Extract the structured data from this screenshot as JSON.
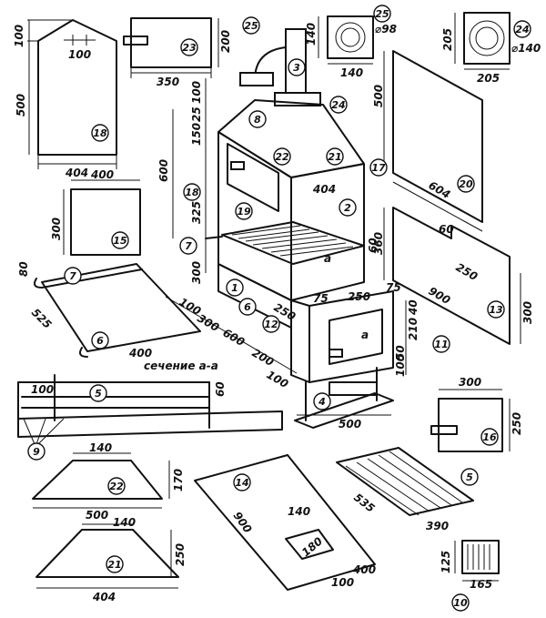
{
  "parts": {
    "p2": "2",
    "p3": "3",
    "p4": "4",
    "p5": "5",
    "p6": "6",
    "p7": "7",
    "p8": "8",
    "p9": "9",
    "p10": "10",
    "p11": "11",
    "p12": "12",
    "p13": "13",
    "p14": "14",
    "p15": "15",
    "p16": "16",
    "p17": "17",
    "p18": "18",
    "p19": "19",
    "p20": "20",
    "p21": "21",
    "p22": "22",
    "p23": "23",
    "p24": "24",
    "p25": "25",
    "p1": "1"
  },
  "dims": {
    "d100a": "100",
    "d100b": "100",
    "d500a": "500",
    "d404a": "404",
    "d350": "350",
    "d200a": "200",
    "d140a": "140",
    "d140b": "140",
    "d98": "⌀98",
    "d205a": "205",
    "d205b": "205",
    "d140c": "⌀140",
    "d100c": "100",
    "d25": "25",
    "d150": "150",
    "d600": "600",
    "d325": "325",
    "d300a": "300",
    "d404b": "404",
    "d360": "360",
    "d60a": "60",
    "d500b": "500",
    "d604": "604",
    "d60b": "60",
    "d250a": "250",
    "d900a": "900",
    "d300b": "300",
    "d400a": "400",
    "d300c": "300",
    "d80": "80",
    "d525": "525",
    "d400b": "400",
    "d100d": "100",
    "d300d": "300",
    "d600b": "600",
    "d200b": "200",
    "d100e": "100",
    "d250b": "250",
    "d75a": "75",
    "d250c": "250",
    "d75b": "75",
    "d40": "40",
    "d210": "210",
    "d50": "50",
    "d100f": "100",
    "d500c": "500",
    "d100g": "100",
    "d60c": "60",
    "d300e": "300",
    "d250d": "250",
    "d140d": "140",
    "d170": "170",
    "d500d": "500",
    "d140e": "140",
    "d250e": "250",
    "d404c": "404",
    "d900b": "900",
    "d140f": "140",
    "d180": "180",
    "d100h": "100",
    "d400c": "400",
    "d535": "535",
    "d390": "390",
    "d125": "125",
    "d165": "165",
    "d300f": "300",
    "letter_a": "a"
  },
  "section_label": "сечение а-а"
}
